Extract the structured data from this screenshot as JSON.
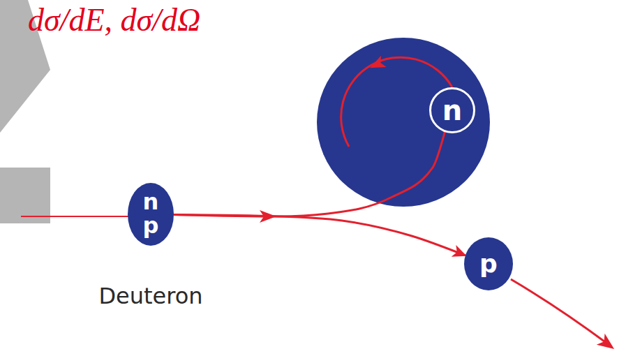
{
  "diagram": {
    "nodes": [
      {
        "text": [
          "n",
          "p",
          "Deuteron"
        ]
      },
      {
        "text": [
          "n"
        ]
      },
      {
        "text": [
          "p"
        ]
      }
    ],
    "edges": [
      {
        "from": 0,
        "to": 2,
        "arrow": "to"
      },
      {
        "from": 0,
        "to": 1,
        "arrow": "none"
      }
    ],
    "labels": [
      "dσ/dE, dσ/dΩ"
    ]
  }
}
